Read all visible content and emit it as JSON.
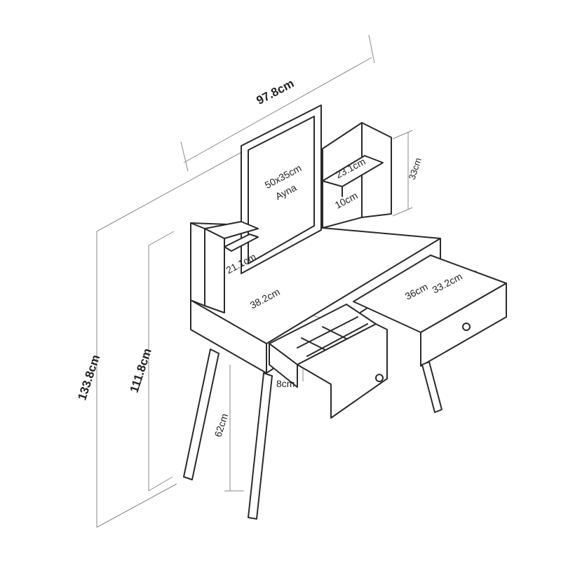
{
  "diagram": {
    "mirror_size": "50x35cm",
    "mirror_name": "Ayna",
    "dims": {
      "width_total": "97.8cm",
      "height_total": "133.8cm",
      "height_to_top_shelf": "111.8cm",
      "leg_height": "62cm",
      "left_shelf_height": "21.1cm",
      "shelf_width": "38.2cm",
      "right_shelf_depth": "23.1cm",
      "right_shelf_gap": "10cm",
      "upper_unit_height": "33cm",
      "drawer_width": "36cm",
      "drawer_depth": "33.2cm",
      "drawer_height": "8cm"
    }
  }
}
